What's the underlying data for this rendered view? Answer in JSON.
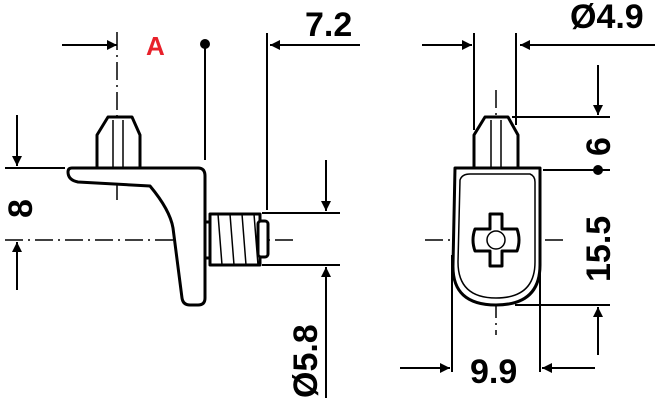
{
  "colors": {
    "label_a": "#e8202a",
    "lines": "#000000"
  },
  "side_view": {
    "label": "A",
    "dim_top_offset": "7.2",
    "dim_height": "8",
    "dim_thread_diameter": "Ø5.8"
  },
  "front_view": {
    "dim_pin_diameter": "Ø4.9",
    "dim_pin_height": "6",
    "dim_body_height": "15.5",
    "dim_body_width": "9.9"
  }
}
